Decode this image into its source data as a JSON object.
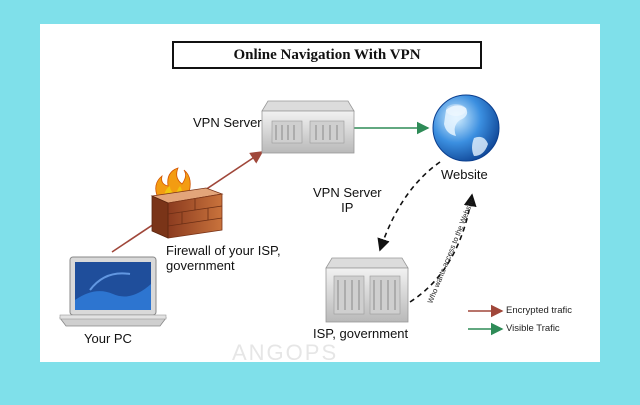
{
  "diagram": {
    "title": "Online Navigation With VPN",
    "nodes": {
      "vpn_server": "VPN Server",
      "website": "Website",
      "firewall": "Firewall of your ISP,\ngovernment",
      "your_pc": "Your PC",
      "isp": "ISP, government",
      "vpn_server_ip": "VPN Server\nIP"
    },
    "edge_label_rotated": "Who wants access to the Website",
    "legend": [
      {
        "label": "Encrypted trafic",
        "color": "#a0473a"
      },
      {
        "label": "Visible Trafic",
        "color": "#2e8b57"
      }
    ],
    "watermark": "ANGOPS"
  }
}
